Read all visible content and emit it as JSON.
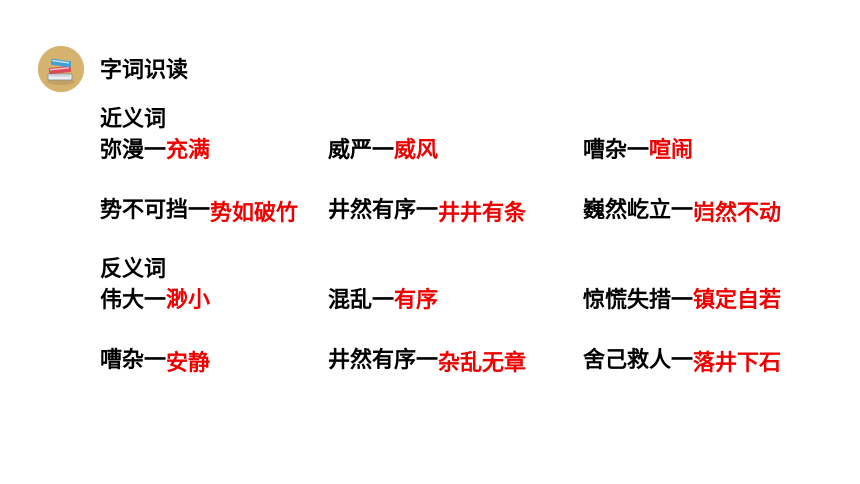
{
  "section": {
    "title": "字词识读",
    "icon": "book-stack-icon"
  },
  "synonyms": {
    "heading": "近义词",
    "rows": [
      [
        {
          "word": "弥漫一",
          "answer": "充满"
        },
        {
          "word": "威严一",
          "answer": "威风"
        },
        {
          "word": "嘈杂一",
          "answer": "喧闹"
        }
      ],
      [
        {
          "word": "势不可挡一",
          "answer": "势如破竹"
        },
        {
          "word": "井然有序一",
          "answer": "井井有条"
        },
        {
          "word": "巍然屹立一",
          "answer": "岿然不动"
        }
      ]
    ]
  },
  "antonyms": {
    "heading": "反义词",
    "rows": [
      [
        {
          "word": "伟大一",
          "answer": "渺小"
        },
        {
          "word": "混乱一",
          "answer": "有序"
        },
        {
          "word": "惊慌失措一",
          "answer": "镇定自若"
        }
      ],
      [
        {
          "word": "嘈杂一",
          "answer": "安静"
        },
        {
          "word": "井然有序一",
          "answer": "杂乱无章"
        },
        {
          "word": "舍己救人一",
          "answer": "落井下石"
        }
      ]
    ]
  },
  "colors": {
    "answer": "#ee0000",
    "text": "#000000",
    "icon_bg": "#d9b777"
  }
}
